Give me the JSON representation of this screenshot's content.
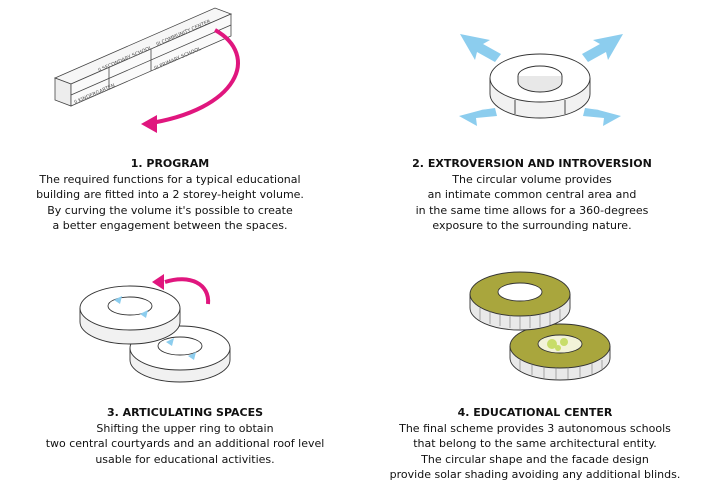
{
  "panels": [
    {
      "title": "1. PROGRAM",
      "lines": [
        "The required functions for a typical educational",
        "building are fitted into a 2 storey-height volume.",
        "By curving the volume it's possible to create",
        "a better engagement between the spaces."
      ],
      "labels": {
        "secondary_school": "II SECONDARY SCHOOL",
        "community_center": "III COMMUNITY CENTER",
        "kindergarten": "II KINDERGARTEN",
        "primary_school": "III PRIMARY SCHOOL"
      }
    },
    {
      "title": "2. EXTROVERSION AND INTROVERSION",
      "lines": [
        "The circular volume provides",
        "an intimate common central area and",
        "in the same time allows for a 360-degrees",
        "exposure to the surrounding nature."
      ]
    },
    {
      "title": "3. ARTICULATING SPACES",
      "lines": [
        "Shifting the upper ring to obtain",
        "two central courtyards and an additional roof level",
        "usable for educational activities."
      ]
    },
    {
      "title": "4. EDUCATIONAL CENTER",
      "lines": [
        "The final scheme provides 3 autonomous schools",
        "that belong to the same architectural entity.",
        "The circular shape and the facade design",
        "provide solar shading avoiding any additional blinds."
      ]
    }
  ],
  "colors": {
    "magenta": "#e0167e",
    "light_blue": "#8ccdee",
    "olive": "#a9a63d",
    "stroke": "#333333"
  }
}
